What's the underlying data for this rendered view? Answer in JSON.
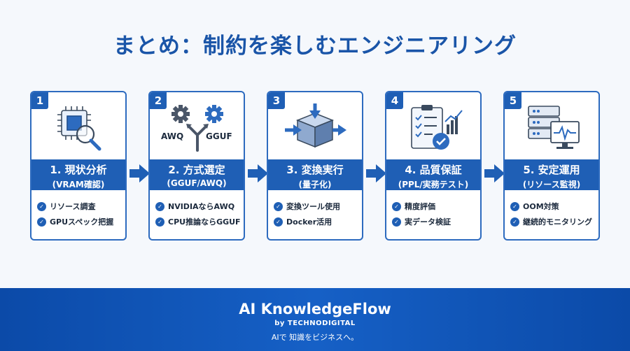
{
  "title": "まとめ：制約を楽しむエンジニアリング",
  "steps": [
    {
      "num": "1",
      "title": "1. 現状分析",
      "subtitle": "(VRAM確認)",
      "icon": "cpu-magnifier-icon",
      "checks": [
        "リソース調査",
        "GPUスペック把握"
      ]
    },
    {
      "num": "2",
      "title": "2. 方式選定",
      "subtitle": "(GGUF/AWQ)",
      "icon": "gears-fork-icon",
      "icon_labels": [
        "AWQ",
        "GGUF"
      ],
      "checks": [
        "NVIDIAならAWQ",
        "CPU推論ならGGUF"
      ]
    },
    {
      "num": "3",
      "title": "3. 変換実行",
      "subtitle": "(量子化)",
      "icon": "box-arrows-icon",
      "checks": [
        "変換ツール使用",
        "Docker活用"
      ]
    },
    {
      "num": "4",
      "title": "4. 品質保証",
      "subtitle": "(PPL/実務テスト)",
      "icon": "checklist-chart-icon",
      "checks": [
        "精度評価",
        "実データ検証"
      ]
    },
    {
      "num": "5",
      "title": "5. 安定運用",
      "subtitle": "(リソース監視)",
      "icon": "server-monitor-icon",
      "checks": [
        "OOM対策",
        "継続的モニタリング"
      ]
    }
  ],
  "footer": {
    "brand": "AI KnowledgeFlow",
    "by": "by TECHNODIGITAL",
    "tagline": "AIで 知識をビジネスへ。"
  },
  "colors": {
    "accent": "#1f5fb5",
    "title": "#1a55a8",
    "footer": "#0b4aa8"
  }
}
